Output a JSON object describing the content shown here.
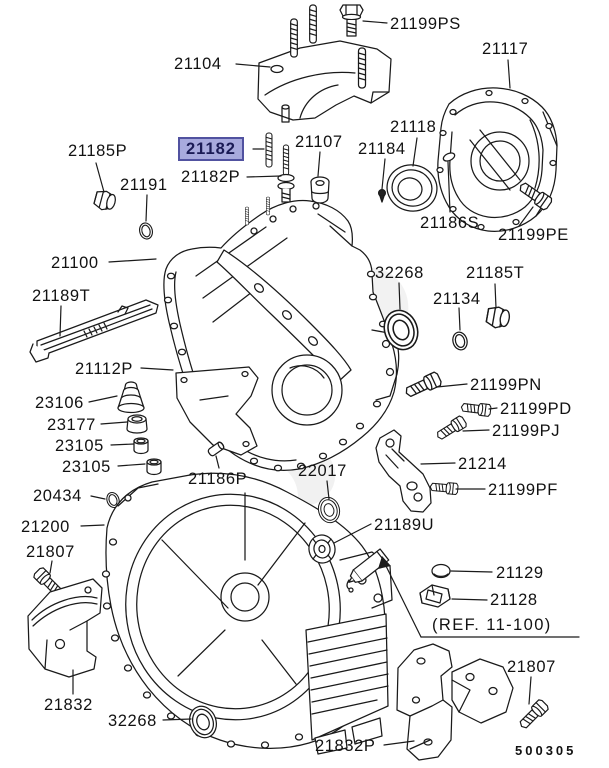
{
  "diagram": {
    "highlighted_part": "21182",
    "colors": {
      "hl_bg": "#a8aadd",
      "hl_border": "#5152a0",
      "hl_text": "#1b1b55",
      "line": "#1a1a1a",
      "watermark": "#e7e7e7"
    }
  },
  "labels": {
    "p21199PS": "21199PS",
    "p21104": "21104",
    "p21117": "21117",
    "p21185P": "21185P",
    "p21182": "21182",
    "p21182P": "21182P",
    "p21107": "21107",
    "p21184": "21184",
    "p21118": "21118",
    "p21191": "21191",
    "p21186S": "21186S",
    "p21199PE": "21199PE",
    "p21100": "21100",
    "p32268a": "32268",
    "p21185T": "21185T",
    "p21134": "21134",
    "p21189T": "21189T",
    "p21112P": "21112P",
    "p21199PN": "21199PN",
    "p23106": "23106",
    "p21199PD": "21199PD",
    "p23177": "23177",
    "p21199PJ": "21199PJ",
    "p23105a": "23105",
    "p21214": "21214",
    "p23105b": "23105",
    "p21186P": "21186P",
    "p22017": "22017",
    "p21199PF": "21199PF",
    "p20434": "20434",
    "p21189U": "21189U",
    "p21200": "21200",
    "p21807a": "21807",
    "p21129": "21129",
    "p21128": "21128",
    "ref_note": "(REF. 11-100)",
    "p21807b": "21807",
    "p21832": "21832",
    "p32268b": "32268",
    "p21832P": "21832P",
    "code": "500305"
  }
}
